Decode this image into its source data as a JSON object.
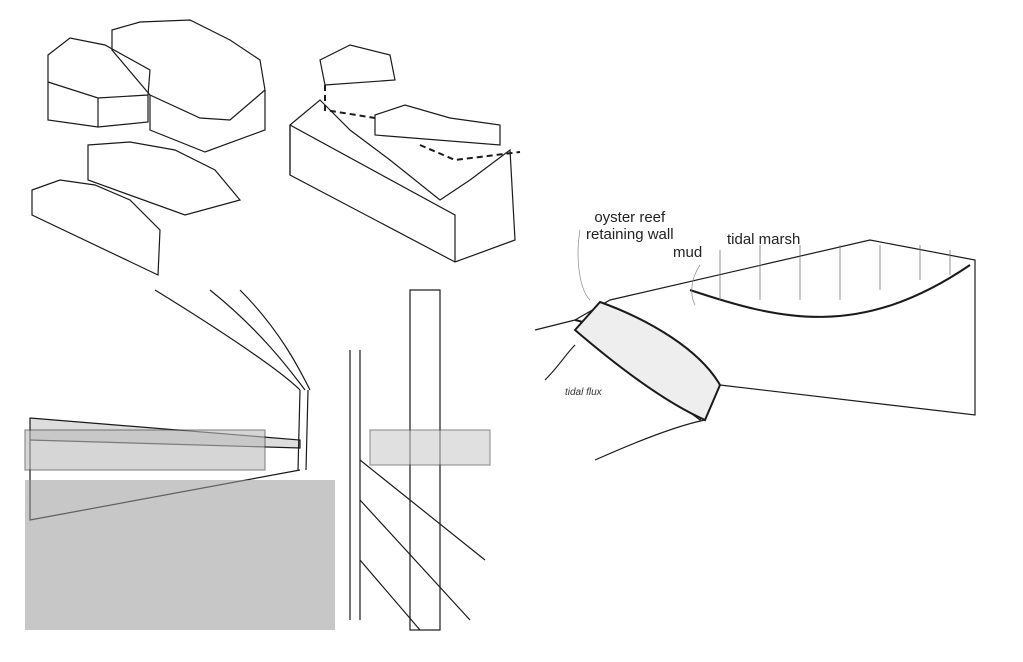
{
  "labels": {
    "oyster_reef": "oyster reef",
    "retaining_wall": "retaining wall",
    "mud": "mud",
    "tidal_marsh": "tidal marsh",
    "tidal_flux": "tidal flux"
  },
  "colors": {
    "ink": "#1a1a1a",
    "paper": "#ffffff",
    "shade": "#888888"
  }
}
